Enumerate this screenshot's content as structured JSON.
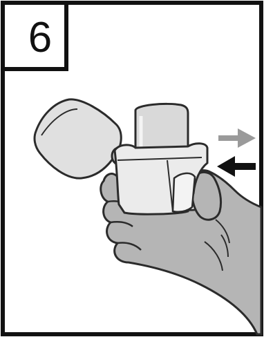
{
  "step": {
    "number": "6"
  },
  "colors": {
    "frame": "#111111",
    "outline": "#2b2b2b",
    "hand": "#b5b5b5",
    "hand_shadow": "#8c8c8c",
    "device": "#e8e8e8",
    "cap": "#d2d2d2",
    "gray_arrow": "#9a9a9a",
    "black_arrow": "#111111"
  },
  "arrows": [
    {
      "name": "outward-arrow",
      "direction": "right",
      "color": "gray"
    },
    {
      "name": "push-arrow",
      "direction": "left",
      "color": "black"
    }
  ]
}
